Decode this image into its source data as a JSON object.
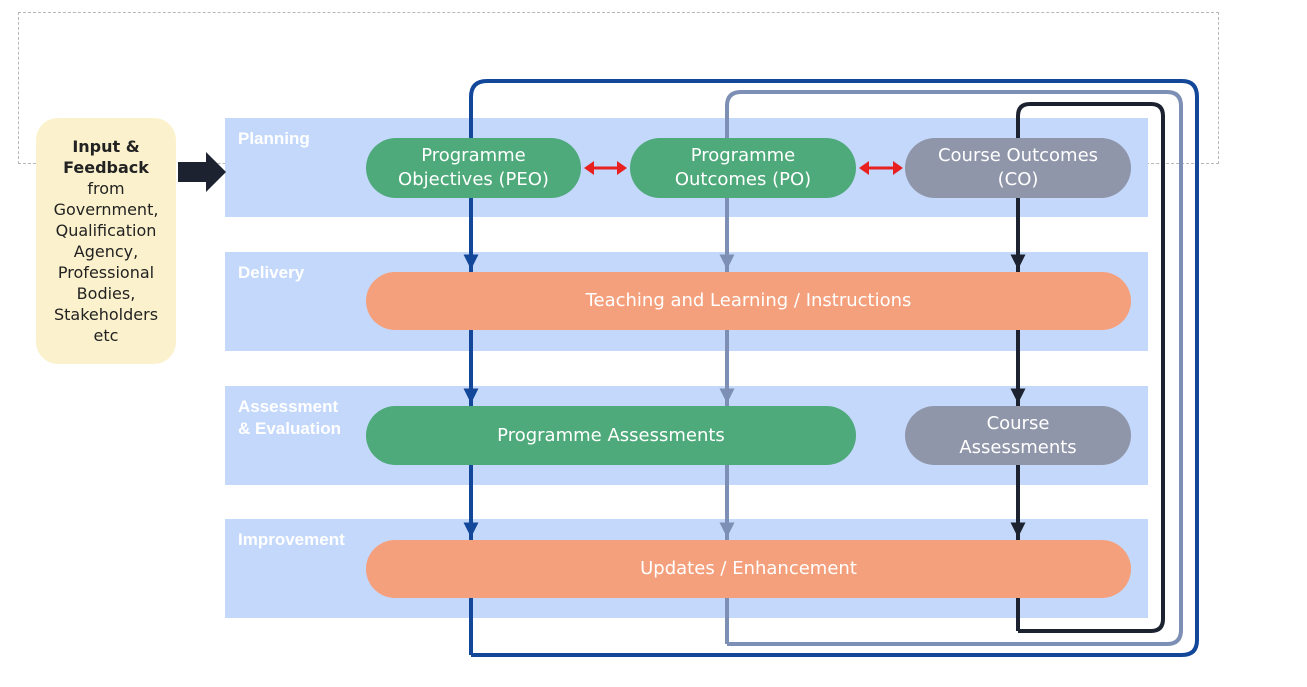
{
  "input": {
    "title": "Input &\nFeedback",
    "body": "from\nGovernment,\nQualification\nAgency,\nProfessional\nBodies,\nStakeholders\netc"
  },
  "bands": {
    "planning": "Planning",
    "delivery": "Delivery",
    "assessment": "Assessment\n& Evaluation",
    "improvement": "Improvement"
  },
  "nodes": {
    "peo": "Programme\nObjectives (PEO)",
    "po": "Programme\nOutcomes (PO)",
    "co": "Course Outcomes\n(CO)",
    "teaching": "Teaching and Learning / Instructions",
    "prog_assess": "Programme Assessments",
    "course_assess": "Course\nAssessments",
    "updates": "Updates / Enhancement"
  },
  "colors": {
    "band": "#c4d8fb",
    "green": "#4eaa7a",
    "orange": "#f5a07c",
    "grey": "#9096aa",
    "peo_flow": "#12479a",
    "po_flow": "#7d8fb4",
    "co_flow": "#1c2230",
    "double_arrow": "#e8201f",
    "input_bg": "#fbf2cd"
  }
}
